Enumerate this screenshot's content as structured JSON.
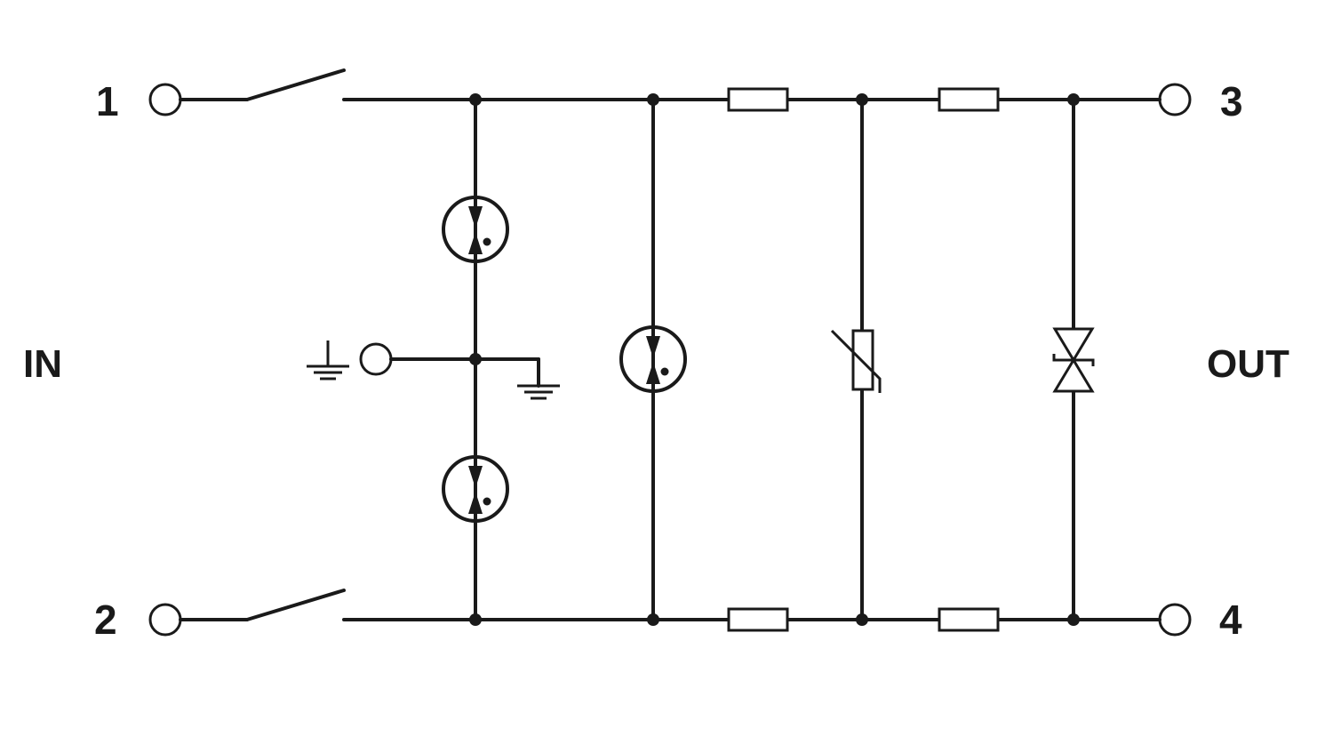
{
  "terminals": {
    "t1": "1",
    "t2": "2",
    "t3": "3",
    "t4": "4"
  },
  "labels": {
    "input": "IN",
    "output": "OUT"
  },
  "colors": {
    "line": "#1a1a1a",
    "background": "#ffffff"
  },
  "icons": [
    "switch-icon",
    "gas-discharge-tube-icon",
    "ground-icon",
    "resistor-icon",
    "varistor-icon",
    "tvs-diode-icon"
  ]
}
